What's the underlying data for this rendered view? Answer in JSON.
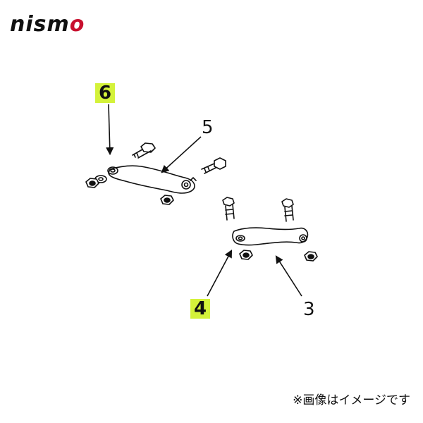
{
  "brand": {
    "text_main": "nism",
    "text_accent": "o",
    "accent_color": "#c8102e"
  },
  "callouts": {
    "c6": "6",
    "c5": "5",
    "c4": "4",
    "c3": "3"
  },
  "highlight_color": "#d4f23a",
  "note": "※画像はイメージです"
}
